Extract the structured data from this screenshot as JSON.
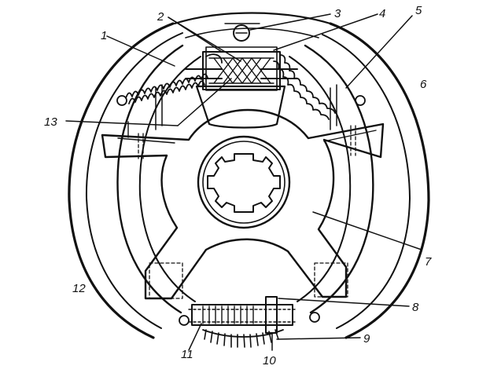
{
  "diagram": {
    "labels": {
      "l1": "1",
      "l2": "2",
      "l3": "3",
      "l4": "4",
      "l5": "5",
      "l6": "6",
      "l7": "7",
      "l8": "8",
      "l9": "9",
      "l10": "10",
      "l11": "11",
      "l12": "12",
      "l13": "13"
    }
  }
}
